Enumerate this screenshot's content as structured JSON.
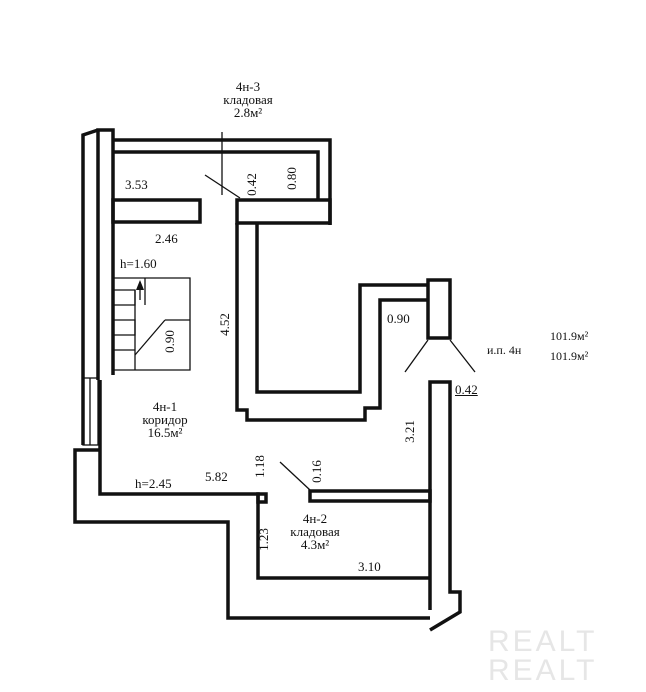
{
  "rooms": [
    {
      "id": "4н-3",
      "name": "кладовая",
      "area": "2.8м²"
    },
    {
      "id": "4н-1",
      "name": "коридор",
      "area": "16.5м²"
    },
    {
      "id": "4н-2",
      "name": "кладовая",
      "area": "4.3м²"
    }
  ],
  "dimensions": {
    "d353": "3.53",
    "d246": "2.46",
    "d042a": "0.42",
    "d080": "0.80",
    "h160": "h=1.60",
    "d090v": "0.90",
    "d452": "4.52",
    "d090": "0.90",
    "d042b": "0.42",
    "d321": "3.21",
    "d118": "1.18",
    "d016": "0.16",
    "h245": "h=2.45",
    "d582": "5.82",
    "d123": "1.23",
    "d310": "3.10"
  },
  "summary": {
    "label": "и.п. 4н",
    "area1": "101.9м²",
    "area2": "101.9м²"
  },
  "watermark": {
    "line1": "REALT",
    "line2": "REALT"
  }
}
